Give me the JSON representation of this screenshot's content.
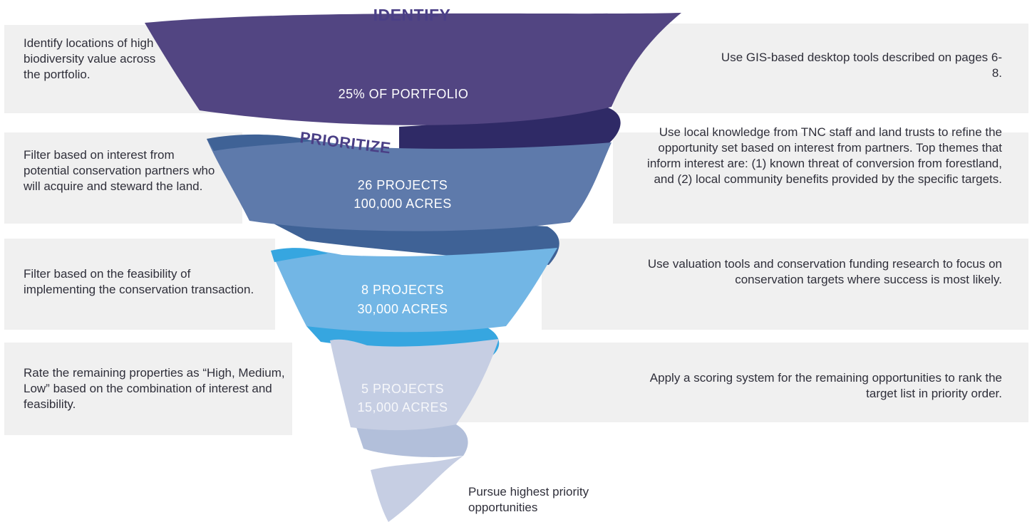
{
  "stages": [
    {
      "heading": "IDENTIFY",
      "funnel_label": [
        "25% OF PORTFOLIO"
      ],
      "left_text": "Identify locations of high biodiversity value across the portfolio.",
      "right_text": "Use GIS-based desktop tools described on pages 6-8.",
      "color": "#524582"
    },
    {
      "heading": "PRIORITIZE",
      "funnel_label": [
        "26 PROJECTS",
        "100,000 ACRES"
      ],
      "left_text": "Filter based on interest from potential conservation partners who will acquire and steward the land.",
      "right_text": "Use local knowledge from TNC staff and land trusts to refine the opportunity set based on interest from partners. Top themes that inform interest are: (1) known threat of conversion from forestland, and (2) local community benefits provided by the specific targets.",
      "color": "#5e7aab"
    },
    {
      "heading": "",
      "funnel_label": [
        "8 PROJECTS",
        "30,000 ACRES"
      ],
      "left_text": "Filter based on the feasibility of implementing the conservation transaction.",
      "right_text": "Use valuation tools and conservation funding research to focus on conservation targets where success is most likely.",
      "color": "#72b6e5"
    },
    {
      "heading": "",
      "funnel_label": [
        "5 PROJECTS",
        "15,000 ACRES"
      ],
      "left_text": "Rate the remaining properties as “High, Medium, Low” based on the combination of interest and feasibility.",
      "right_text": "Apply a scoring system for the remaining opportunities to rank the target list in priority order.",
      "color": "#c6cee3"
    }
  ],
  "final_text": "Pursue highest priority opportunities"
}
